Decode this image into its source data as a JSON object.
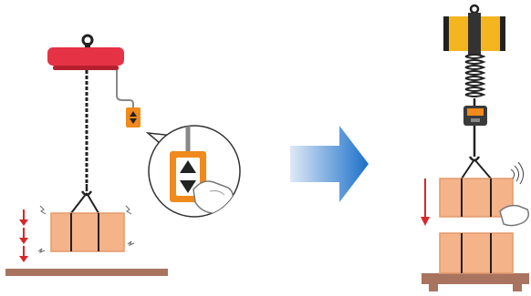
{
  "colors": {
    "hoist_red": "#e63245",
    "hoist_red_dark": "#b5202f",
    "pendant_orange": "#f08a1c",
    "load_peach": "#f4b389",
    "load_peach_edge": "#e39a6c",
    "floor_brown": "#a8745f",
    "balancer_yellow": "#f5b51e",
    "motion_red": "#d8262c",
    "arrow_blue": "#1a6fc9",
    "arrow_blue_light": "#dfe9f6",
    "chain_dark": "#222222"
  },
  "icons": {
    "pendant": "up-down-pendant-icon",
    "hand": "pressing-hand-icon",
    "arrow": "process-arrow-icon"
  },
  "left_scene": {
    "motion_arrow_count": 3,
    "load_strap_count": 2
  },
  "right_scene": {
    "load_strap_count": 2,
    "stacked_box_count": 2
  }
}
